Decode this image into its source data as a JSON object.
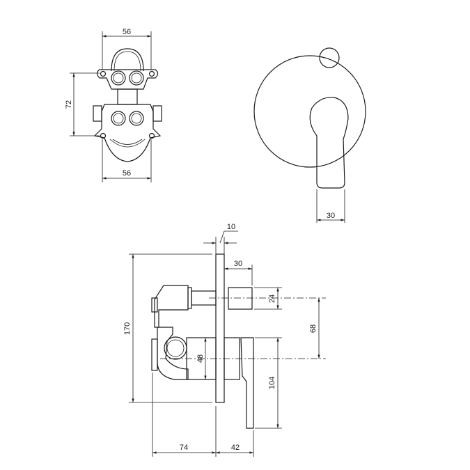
{
  "title": "Concealed diverter mixer technical drawing",
  "plan_view": {
    "width_top": "56",
    "height": "72",
    "width_bottom": "56"
  },
  "front_view": {
    "lever_width": "30"
  },
  "side_view": {
    "plate_thickness": "10",
    "total_height": "170",
    "outlet_length": "30",
    "outlet_diameter": "24",
    "axis_spacing": "68",
    "cartridge_diameter": "48",
    "lever_height": "104",
    "body_depth": "74",
    "projection": "42"
  }
}
